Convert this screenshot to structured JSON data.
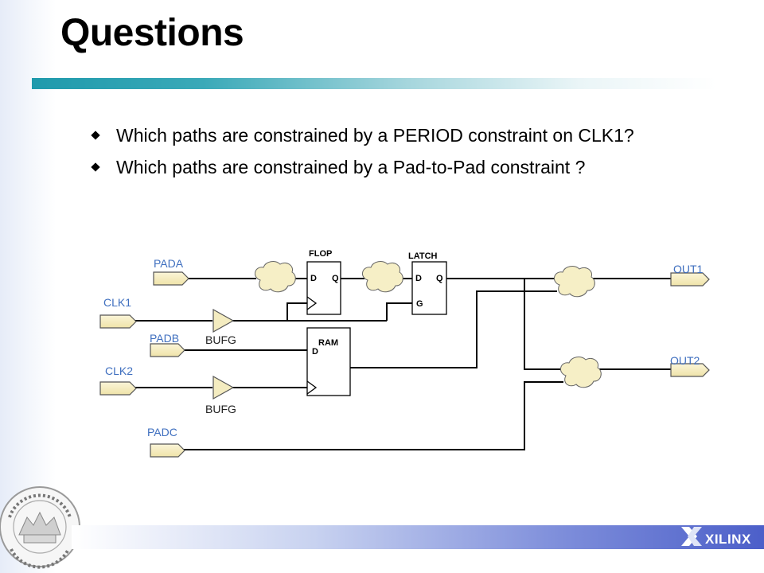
{
  "slide": {
    "title": "Questions",
    "bullets": [
      "Which paths are constrained by a PERIOD constraint on CLK1?",
      "Which paths are constrained by a Pad-to-Pad constraint ?"
    ]
  },
  "diagram": {
    "pads": {
      "pada": "PADA",
      "clk1": "CLK1",
      "padb": "PADB",
      "clk2": "CLK2",
      "padc": "PADC",
      "out1": "OUT1",
      "out2": "OUT2"
    },
    "buffers": {
      "bufg1": "BUFG",
      "bufg2": "BUFG"
    },
    "flop": {
      "name": "FLOP",
      "d": "D",
      "q": "Q"
    },
    "latch": {
      "name": "LATCH",
      "d": "D",
      "q": "Q",
      "g": "G"
    },
    "ram": {
      "name": "RAM",
      "d": "D"
    }
  },
  "logos": {
    "university_seal": "UNIVERSITA' DEGLI STUDI DI TRIESTE",
    "brand": "XILINX"
  },
  "colors": {
    "label_blue": "#3f6fbf",
    "pad_fill": "#f7efc2",
    "cloud_fill": "#f6efc6",
    "buffer_fill": "#f4ecc0",
    "title_bar": "#1f9aac",
    "bottom_bar": "#4c5fc9"
  }
}
